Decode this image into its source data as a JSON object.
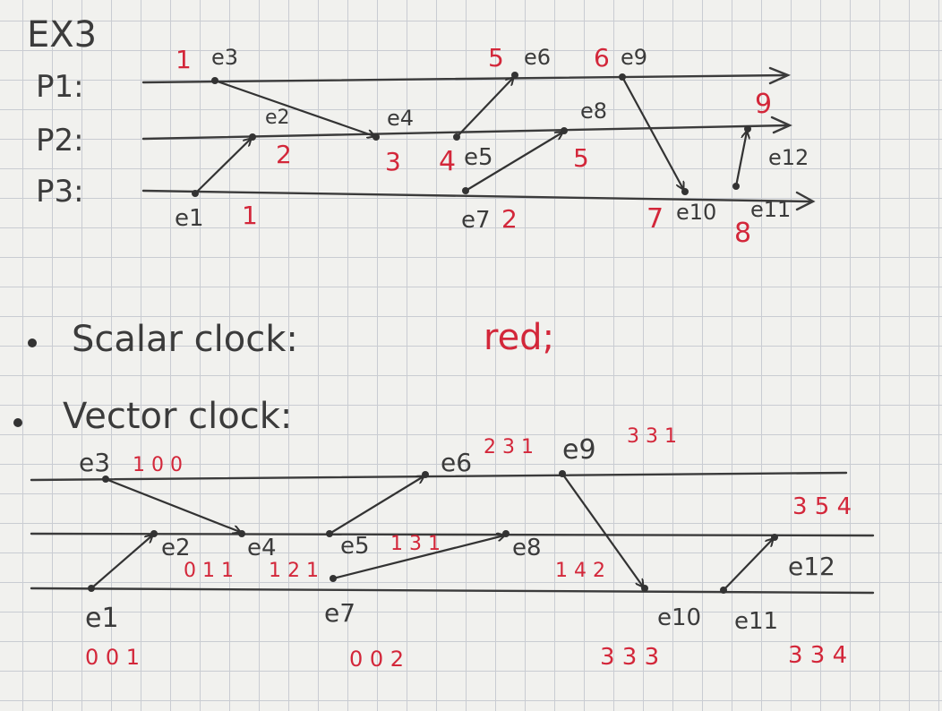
{
  "title": "EX3",
  "processes": [
    "P1:",
    "P2:",
    "P3:"
  ],
  "top_diagram": {
    "events": {
      "e3": "e3",
      "e6": "e6",
      "e9": "e9",
      "e2": "e2",
      "e4": "e4",
      "e5": "e5",
      "e8": "e8",
      "e12": "e12",
      "e1": "e1",
      "e7": "e7",
      "e10": "e10",
      "e11": "e11"
    },
    "scalar_clock": {
      "e3": "1",
      "e6": "5",
      "e9": "6",
      "p1_end": "9",
      "e2": "2",
      "e4": "3",
      "e5": "4",
      "e8": "5",
      "e1": "1",
      "e7": "2",
      "e10": "7",
      "e11": "8"
    }
  },
  "notes": {
    "scalar_label": "Scalar clock:",
    "scalar_value": "red;",
    "vector_label": "Vector clock:"
  },
  "bottom_diagram": {
    "events": {
      "e3": "e3",
      "e6": "e6",
      "e9": "e9",
      "e2": "e2",
      "e4": "e4",
      "e5": "e5",
      "e8": "e8",
      "e12": "e12",
      "e1": "e1",
      "e7": "e7",
      "e10": "e10",
      "e11": "e11"
    },
    "vector_clock": {
      "e3": "1 0 0",
      "e6": "2 3 1",
      "e9": "3 3 1",
      "e2": "0 1 1",
      "e4": "1 2 1",
      "e5": "1 3 1",
      "e8": "1 4 2",
      "e12": "3 5 4",
      "e1": "0 0 1",
      "e7": "0 0 2",
      "e10": "3 3 3",
      "e11": "3 3 4"
    }
  },
  "colors": {
    "ink": "#3b3b3b",
    "red": "#d3273a",
    "grid": "#c9ccd2",
    "paper": "#f1f1ee"
  }
}
